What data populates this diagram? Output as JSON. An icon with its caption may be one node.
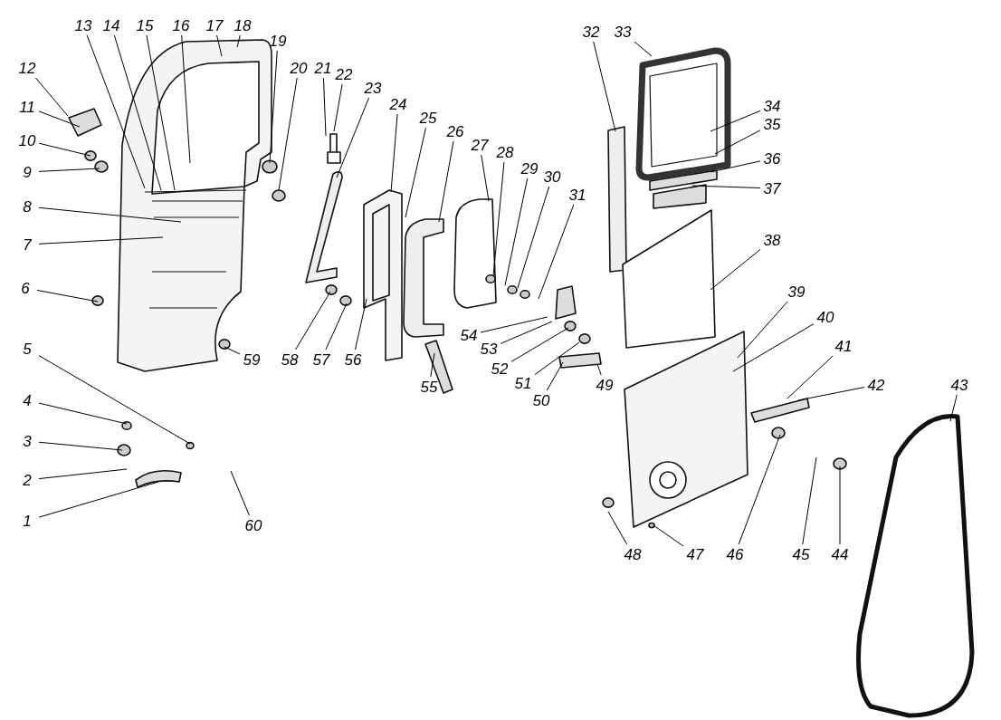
{
  "diagram": {
    "nodes": [
      {
        "text": [
          "1"
        ]
      },
      {
        "text": [
          "2"
        ]
      },
      {
        "text": [
          "3"
        ]
      },
      {
        "text": [
          "4"
        ]
      },
      {
        "text": [
          "5"
        ]
      },
      {
        "text": [
          "6"
        ]
      },
      {
        "text": [
          "7"
        ]
      },
      {
        "text": [
          "8"
        ]
      },
      {
        "text": [
          "9"
        ]
      },
      {
        "text": [
          "10"
        ]
      },
      {
        "text": [
          "11"
        ]
      },
      {
        "text": [
          "12"
        ]
      },
      {
        "text": [
          "13"
        ]
      },
      {
        "text": [
          "14"
        ]
      },
      {
        "text": [
          "15"
        ]
      },
      {
        "text": [
          "16"
        ]
      },
      {
        "text": [
          "17"
        ]
      },
      {
        "text": [
          "18"
        ]
      },
      {
        "text": [
          "19"
        ]
      },
      {
        "text": [
          "20"
        ]
      },
      {
        "text": [
          "21"
        ]
      },
      {
        "text": [
          "22"
        ]
      },
      {
        "text": [
          "23"
        ]
      },
      {
        "text": [
          "24"
        ]
      },
      {
        "text": [
          "25"
        ]
      },
      {
        "text": [
          "26"
        ]
      },
      {
        "text": [
          "27"
        ]
      },
      {
        "text": [
          "28"
        ]
      },
      {
        "text": [
          "29"
        ]
      },
      {
        "text": [
          "30"
        ]
      },
      {
        "text": [
          "31"
        ]
      },
      {
        "text": [
          "32"
        ]
      },
      {
        "text": [
          "33"
        ]
      },
      {
        "text": [
          "34"
        ]
      },
      {
        "text": [
          "35"
        ]
      },
      {
        "text": [
          "36"
        ]
      },
      {
        "text": [
          "37"
        ]
      },
      {
        "text": [
          "38"
        ]
      },
      {
        "text": [
          "39"
        ]
      },
      {
        "text": [
          "40"
        ]
      },
      {
        "text": [
          "41"
        ]
      },
      {
        "text": [
          "42"
        ]
      },
      {
        "text": [
          "43"
        ]
      },
      {
        "text": [
          "44"
        ]
      },
      {
        "text": [
          "45"
        ]
      },
      {
        "text": [
          "46"
        ]
      },
      {
        "text": [
          "47"
        ]
      },
      {
        "text": [
          "48"
        ]
      },
      {
        "text": [
          "49"
        ]
      },
      {
        "text": [
          "50"
        ]
      },
      {
        "text": [
          "51"
        ]
      },
      {
        "text": [
          "52"
        ]
      },
      {
        "text": [
          "53"
        ]
      },
      {
        "text": [
          "54"
        ]
      },
      {
        "text": [
          "55"
        ]
      },
      {
        "text": [
          "56"
        ]
      },
      {
        "text": [
          "57"
        ]
      },
      {
        "text": [
          "58"
        ]
      },
      {
        "text": [
          "59"
        ]
      },
      {
        "text": [
          "60"
        ]
      }
    ],
    "edges": [
      {
        "from": 0,
        "to": null,
        "arrow": "none"
      },
      {
        "from": 1,
        "to": null,
        "arrow": "none"
      },
      {
        "from": 2,
        "to": null,
        "arrow": "none"
      },
      {
        "from": 3,
        "to": null,
        "arrow": "none"
      },
      {
        "from": 4,
        "to": null,
        "arrow": "none"
      },
      {
        "from": 5,
        "to": null,
        "arrow": "none"
      },
      {
        "from": 6,
        "to": null,
        "arrow": "none"
      },
      {
        "from": 7,
        "to": null,
        "arrow": "none"
      },
      {
        "from": 8,
        "to": null,
        "arrow": "none"
      },
      {
        "from": 9,
        "to": null,
        "arrow": "none"
      },
      {
        "from": 10,
        "to": null,
        "arrow": "none"
      },
      {
        "from": 11,
        "to": null,
        "arrow": "none"
      },
      {
        "from": 12,
        "to": null,
        "arrow": "none"
      },
      {
        "from": 13,
        "to": null,
        "arrow": "none"
      },
      {
        "from": 14,
        "to": null,
        "arrow": "none"
      },
      {
        "from": 15,
        "to": null,
        "arrow": "none"
      },
      {
        "from": 16,
        "to": null,
        "arrow": "none"
      },
      {
        "from": 17,
        "to": null,
        "arrow": "none"
      },
      {
        "from": 18,
        "to": null,
        "arrow": "none"
      },
      {
        "from": 19,
        "to": null,
        "arrow": "none"
      },
      {
        "from": 20,
        "to": null,
        "arrow": "none"
      },
      {
        "from": 21,
        "to": null,
        "arrow": "none"
      },
      {
        "from": 22,
        "to": null,
        "arrow": "none"
      },
      {
        "from": 23,
        "to": null,
        "arrow": "none"
      },
      {
        "from": 24,
        "to": null,
        "arrow": "none"
      },
      {
        "from": 25,
        "to": null,
        "arrow": "none"
      },
      {
        "from": 26,
        "to": null,
        "arrow": "none"
      },
      {
        "from": 27,
        "to": null,
        "arrow": "none"
      },
      {
        "from": 28,
        "to": null,
        "arrow": "none"
      },
      {
        "from": 29,
        "to": null,
        "arrow": "none"
      },
      {
        "from": 30,
        "to": null,
        "arrow": "none"
      },
      {
        "from": 31,
        "to": null,
        "arrow": "none"
      },
      {
        "from": 32,
        "to": null,
        "arrow": "none"
      },
      {
        "from": 33,
        "to": null,
        "arrow": "none"
      },
      {
        "from": 34,
        "to": null,
        "arrow": "none"
      },
      {
        "from": 35,
        "to": null,
        "arrow": "none"
      },
      {
        "from": 36,
        "to": null,
        "arrow": "none"
      },
      {
        "from": 37,
        "to": null,
        "arrow": "none"
      },
      {
        "from": 38,
        "to": null,
        "arrow": "none"
      },
      {
        "from": 39,
        "to": null,
        "arrow": "none"
      },
      {
        "from": 40,
        "to": null,
        "arrow": "none"
      },
      {
        "from": 41,
        "to": null,
        "arrow": "none"
      },
      {
        "from": 42,
        "to": null,
        "arrow": "none"
      },
      {
        "from": 43,
        "to": null,
        "arrow": "none"
      },
      {
        "from": 44,
        "to": null,
        "arrow": "none"
      },
      {
        "from": 45,
        "to": null,
        "arrow": "none"
      },
      {
        "from": 46,
        "to": null,
        "arrow": "none"
      },
      {
        "from": 47,
        "to": null,
        "arrow": "none"
      },
      {
        "from": 48,
        "to": null,
        "arrow": "none"
      },
      {
        "from": 49,
        "to": null,
        "arrow": "none"
      },
      {
        "from": 50,
        "to": null,
        "arrow": "none"
      },
      {
        "from": 51,
        "to": null,
        "arrow": "none"
      },
      {
        "from": 52,
        "to": null,
        "arrow": "none"
      },
      {
        "from": 53,
        "to": null,
        "arrow": "none"
      },
      {
        "from": 54,
        "to": null,
        "arrow": "none"
      },
      {
        "from": 55,
        "to": null,
        "arrow": "none"
      },
      {
        "from": 56,
        "to": null,
        "arrow": "none"
      },
      {
        "from": 57,
        "to": null,
        "arrow": "none"
      },
      {
        "from": 58,
        "to": null,
        "arrow": "none"
      },
      {
        "from": 59,
        "to": null,
        "arrow": "none"
      }
    ]
  }
}
